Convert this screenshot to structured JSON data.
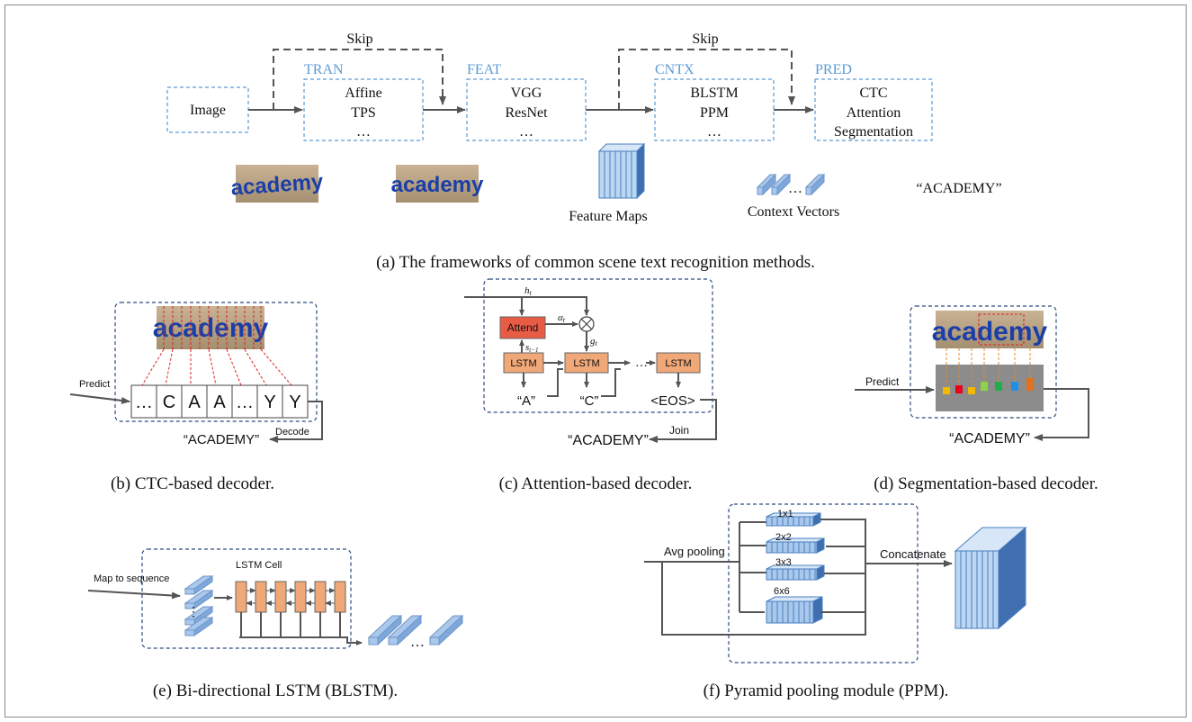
{
  "panel_a": {
    "stages": {
      "tran": "TRAN",
      "feat": "FEAT",
      "cntx": "CNTX",
      "pred": "PRED"
    },
    "skip_label": "Skip",
    "image_box": "Image",
    "tran_items": [
      "Affine",
      "TPS",
      "…"
    ],
    "feat_items": [
      "VGG",
      "ResNet",
      "…"
    ],
    "cntx_items": [
      "BLSTM",
      "PPM",
      "…"
    ],
    "pred_items": [
      "CTC",
      "Attention",
      "Segmentation"
    ],
    "word_image_text": "academy",
    "feature_maps_label": "Feature Maps",
    "context_vectors_label": "Context Vectors",
    "context_dots": "…",
    "output": "“ACADEMY”",
    "caption": "(a) The frameworks of common scene text recognition methods."
  },
  "panel_b": {
    "predict": "Predict",
    "image_text": "academy",
    "cells": [
      "…",
      "C",
      "A",
      "A",
      "…",
      "Y",
      "Y"
    ],
    "decode": "Decode",
    "output": "“ACADEMY”",
    "caption": "(b) CTC-based decoder."
  },
  "panel_c": {
    "h_t": "h",
    "h_sub": "t",
    "alpha": "α",
    "alpha_sub": "t",
    "g": "g",
    "g_sub": "t",
    "s": "s",
    "s_sub": "t−1",
    "attend": "Attend",
    "lstm": "LSTM",
    "inputs": [
      "“A”",
      "“C”"
    ],
    "eos": "<EOS>",
    "join": "Join",
    "dots": "…",
    "output": "“ACADEMY”",
    "caption": "(c) Attention-based decoder."
  },
  "panel_d": {
    "predict": "Predict",
    "image_text": "academy",
    "seg_colors": [
      "#f5b800",
      "#e8001c",
      "#f5b800",
      "#8bd44a",
      "#1fae4a",
      "#1e90e6",
      "#e2711d"
    ],
    "output": "“ACADEMY”",
    "caption": "(d) Segmentation-based decoder."
  },
  "panel_e": {
    "map_to_sequence": "Map to sequence",
    "lstm_cell": "LSTM Cell",
    "dots": "…",
    "caption": "(e) Bi-directional LSTM (BLSTM)."
  },
  "panel_f": {
    "avg_pooling": "Avg pooling",
    "scales": [
      "1x1",
      "2x2",
      "3x3",
      "6x6"
    ],
    "concatenate": "Concatenate",
    "caption": "(f) Pyramid pooling module (PPM)."
  },
  "colors": {
    "stage_blue": "#5b9bd5",
    "lstm_orange": "#f0a878",
    "attend_red": "#e85c46",
    "word_blue": "#1a3fa8"
  }
}
